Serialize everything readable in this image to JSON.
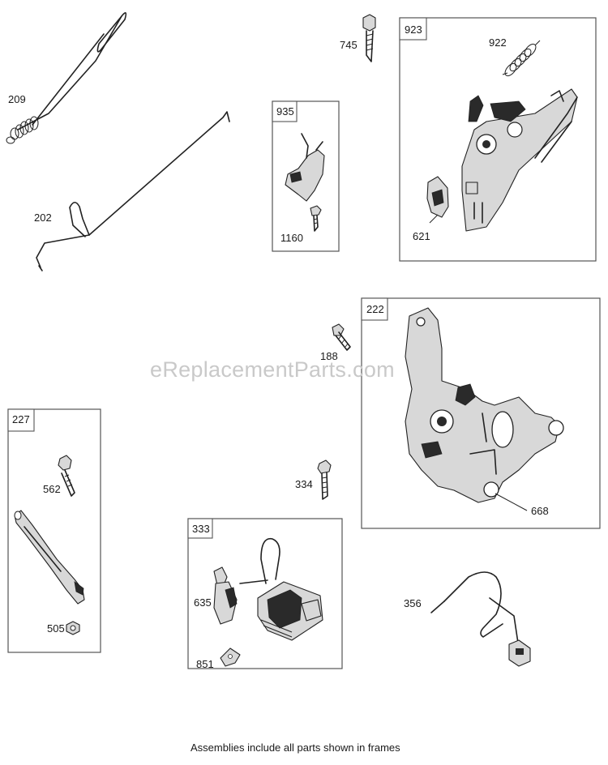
{
  "watermark": "eReplacementParts.com",
  "footnote": "Assemblies include all parts shown in frames",
  "parts": {
    "p209": "209",
    "p202": "202",
    "p745": "745",
    "p923": "923",
    "p922": "922",
    "p621": "621",
    "p935": "935",
    "p1160": "1160",
    "p222": "222",
    "p188": "188",
    "p668": "668",
    "p227": "227",
    "p562": "562",
    "p505": "505",
    "p334": "334",
    "p333": "333",
    "p635": "635",
    "p851": "851",
    "p356": "356"
  }
}
